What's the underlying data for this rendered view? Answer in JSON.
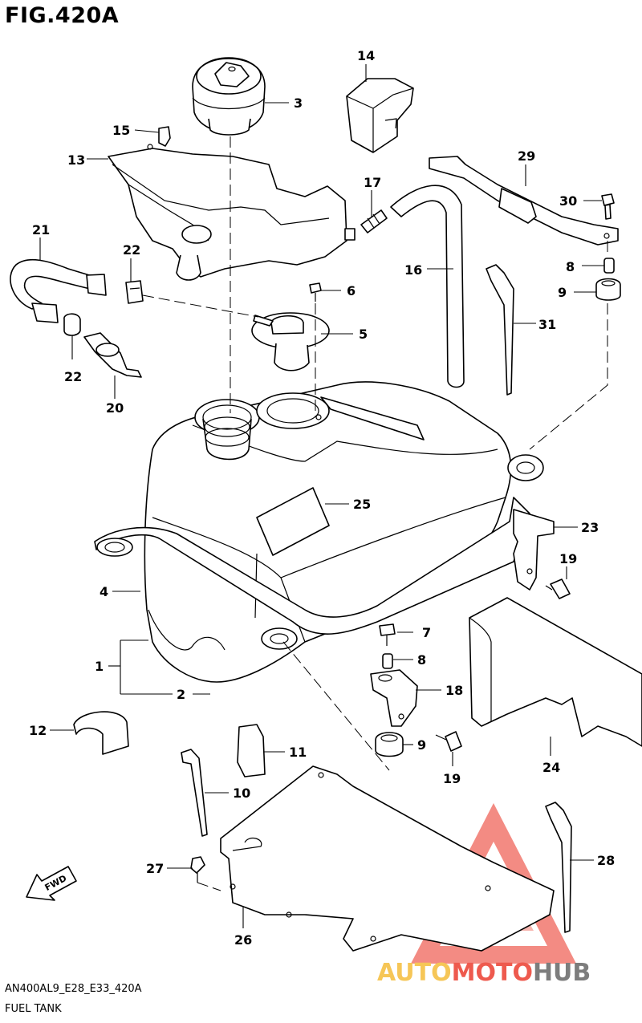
{
  "figure_title": "FIG.420A",
  "model_code": "AN400AL9_E28_E33_420A",
  "caption": "FUEL TANK",
  "fwd_label": "FWD",
  "watermark": {
    "part1": "AUTO",
    "part2": "MOTO",
    "part3": "HUB",
    "color_yellow": "#f6c657",
    "color_red": "#ee5a4e",
    "color_gray": "#7d7d7d"
  },
  "callouts": [
    {
      "id": "c1",
      "text": "1"
    },
    {
      "id": "c2",
      "text": "2"
    },
    {
      "id": "c3",
      "text": "3"
    },
    {
      "id": "c4",
      "text": "4"
    },
    {
      "id": "c5",
      "text": "5"
    },
    {
      "id": "c6",
      "text": "6"
    },
    {
      "id": "c7",
      "text": "7"
    },
    {
      "id": "c8a",
      "text": "8"
    },
    {
      "id": "c8b",
      "text": "8"
    },
    {
      "id": "c9a",
      "text": "9"
    },
    {
      "id": "c9b",
      "text": "9"
    },
    {
      "id": "c10",
      "text": "10"
    },
    {
      "id": "c11",
      "text": "11"
    },
    {
      "id": "c12",
      "text": "12"
    },
    {
      "id": "c13",
      "text": "13"
    },
    {
      "id": "c14",
      "text": "14"
    },
    {
      "id": "c15",
      "text": "15"
    },
    {
      "id": "c16",
      "text": "16"
    },
    {
      "id": "c17",
      "text": "17"
    },
    {
      "id": "c18",
      "text": "18"
    },
    {
      "id": "c19a",
      "text": "19"
    },
    {
      "id": "c19b",
      "text": "19"
    },
    {
      "id": "c20",
      "text": "20"
    },
    {
      "id": "c21",
      "text": "21"
    },
    {
      "id": "c22a",
      "text": "22"
    },
    {
      "id": "c22b",
      "text": "22"
    },
    {
      "id": "c23",
      "text": "23"
    },
    {
      "id": "c24",
      "text": "24"
    },
    {
      "id": "c25",
      "text": "25"
    },
    {
      "id": "c26",
      "text": "26"
    },
    {
      "id": "c27",
      "text": "27"
    },
    {
      "id": "c28",
      "text": "28"
    },
    {
      "id": "c29",
      "text": "29"
    },
    {
      "id": "c30",
      "text": "30"
    },
    {
      "id": "c31",
      "text": "31"
    }
  ]
}
